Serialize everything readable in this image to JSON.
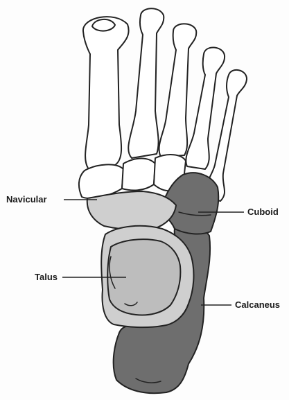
{
  "labels": {
    "navicular": "Navicular",
    "cuboid": "Cuboid",
    "talus": "Talus",
    "calcaneus": "Calcaneus"
  },
  "colors": {
    "outline": "#222222",
    "phalanges_fill": "#ffffff",
    "light_bone": "#cfcfcf",
    "talus_inner": "#bdbdbd",
    "dark_bone": "#6e6e6e"
  }
}
